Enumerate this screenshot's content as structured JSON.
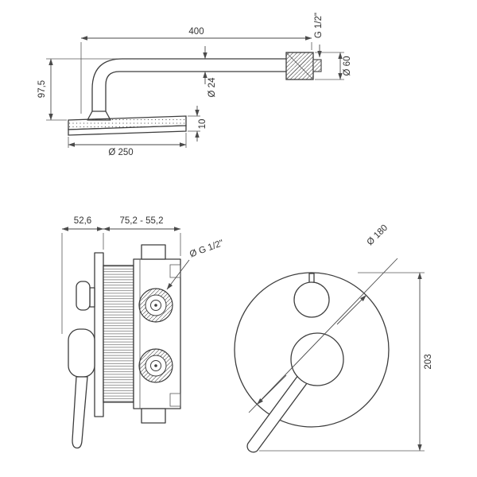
{
  "colors": {
    "background": "#ffffff",
    "line": "#3d3d3d",
    "dimension_line": "#4a4a4a"
  },
  "top_view": {
    "arm_length": "400",
    "thread_size": "G 1/2\"",
    "flange_diameter": "Ø 60",
    "drop_height": "97,5",
    "arm_diameter": "Ø 24",
    "head_thickness": "10",
    "head_diameter": "Ø 250"
  },
  "side_view": {
    "handle_depth": "52,6",
    "installation_depth": "75,2 - 55,2",
    "connection_thread": "Ø G 1/2\""
  },
  "front_view": {
    "plate_diameter": "Ø 180",
    "overall_height": "203"
  }
}
